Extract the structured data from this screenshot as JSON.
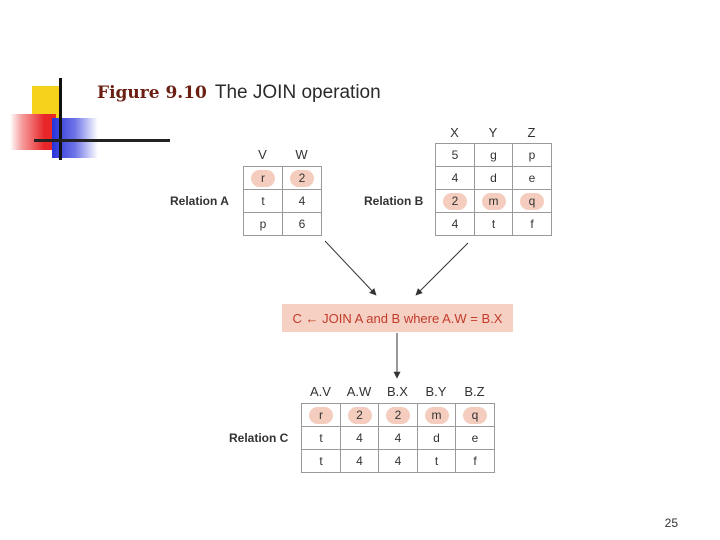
{
  "slide": {
    "title_number": "Figure 9.10",
    "title_text": "The JOIN operation",
    "page_number": "25"
  },
  "relation_a": {
    "label": "Relation A",
    "columns": [
      "V",
      "W"
    ],
    "rows": [
      [
        "r",
        "2"
      ],
      [
        "t",
        "4"
      ],
      [
        "p",
        "6"
      ]
    ],
    "highlighted_row": 0
  },
  "relation_b": {
    "label": "Relation B",
    "columns": [
      "X",
      "Y",
      "Z"
    ],
    "rows": [
      [
        "5",
        "g",
        "p"
      ],
      [
        "4",
        "d",
        "e"
      ],
      [
        "2",
        "m",
        "q"
      ],
      [
        "4",
        "t",
        "f"
      ]
    ],
    "highlighted_row": 2
  },
  "operation": {
    "text": "C ← JOIN A and B where A.W = B.X"
  },
  "relation_c": {
    "label": "Relation C",
    "columns": [
      "A.V",
      "A.W",
      "B.X",
      "B.Y",
      "B.Z"
    ],
    "rows": [
      [
        "r",
        "2",
        "2",
        "m",
        "q"
      ],
      [
        "t",
        "4",
        "4",
        "d",
        "e"
      ],
      [
        "t",
        "4",
        "4",
        "t",
        "f"
      ]
    ],
    "highlighted_row": 0
  },
  "colors": {
    "highlight": "#f4cdbf",
    "operation_bg": "#f6d0c3",
    "operation_text": "#c23b2a",
    "title_number": "#6b1f12"
  }
}
